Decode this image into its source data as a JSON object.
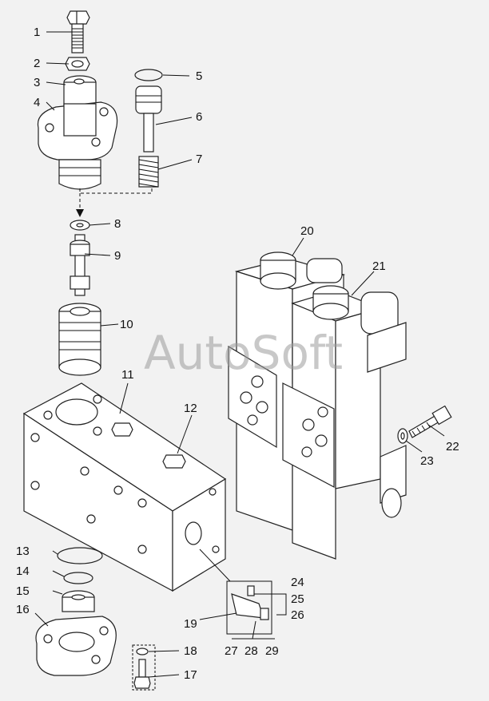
{
  "watermark": "AutoSoft",
  "labels": [
    "1",
    "2",
    "3",
    "4",
    "5",
    "6",
    "7",
    "8",
    "9",
    "10",
    "11",
    "12",
    "13",
    "14",
    "15",
    "16",
    "17",
    "18",
    "19",
    "20",
    "21",
    "22",
    "23",
    "24",
    "25",
    "26",
    "27",
    "28",
    "29"
  ],
  "colors": {
    "background": "#f2f2f2",
    "part_fill": "#ffffff",
    "line": "#222222",
    "watermark": "#9a9a9a"
  }
}
